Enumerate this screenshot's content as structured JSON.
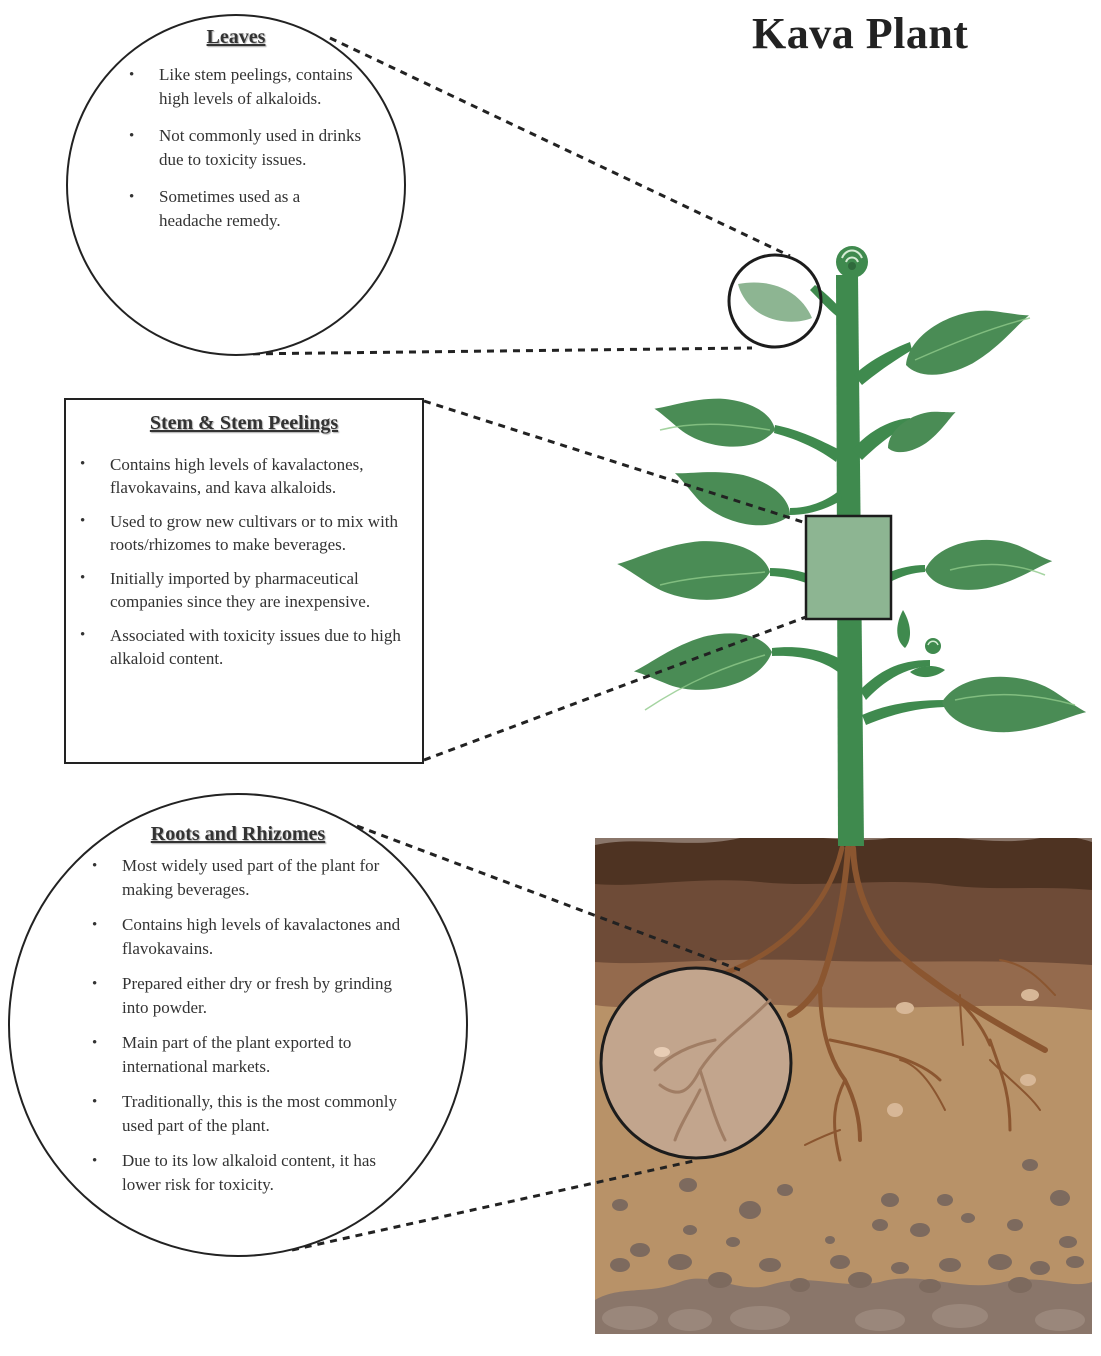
{
  "title": "Kava Plant",
  "colors": {
    "stem": "#3f8a4e",
    "leaf": "#4a8c55",
    "leaf_vein": "#8fc98a",
    "highlight": "#8db592",
    "soil_top": "#4e3322",
    "soil_layer2": "#6e4b37",
    "soil_layer3": "#946a4d",
    "soil_sand": "#b89268",
    "soil_bedrock": "#8a766a",
    "root": "#8b5630",
    "stone": "#7d6a5e"
  },
  "sections": {
    "leaves": {
      "heading": "Leaves",
      "shape": "circle",
      "bullets": [
        "Like stem peelings, contains high levels of alkaloids.",
        "Not commonly used in drinks due to toxicity issues.",
        "Sometimes used as a headache remedy."
      ]
    },
    "stem": {
      "heading": "Stem & Stem Peelings",
      "shape": "box",
      "bullets": [
        "Contains high levels of kavalactones, flavokavains, and kava alkaloids.",
        "Used to grow new cultivars or to mix with roots/rhizomes to make beverages.",
        "Initially imported by pharmaceutical companies since they are inexpensive.",
        "Associated with toxicity issues due to high alkaloid content."
      ]
    },
    "roots": {
      "heading": "Roots and Rhizomes",
      "shape": "circle",
      "bullets": [
        "Most widely used part of the plant for making beverages.",
        "Contains high levels of kavalactones and flavokavains.",
        "Prepared either dry or fresh by grinding into powder.",
        "Main part of the plant exported to international markets.",
        "Traditionally, this is the most commonly used part of the plant.",
        "Due to its low alkaloid content, it has lower risk for toxicity."
      ]
    }
  }
}
